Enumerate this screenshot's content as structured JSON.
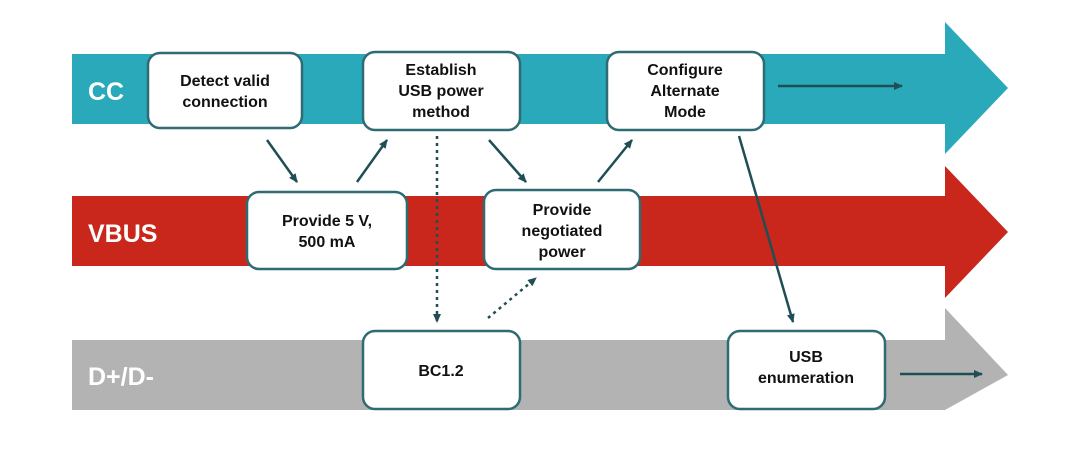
{
  "colors": {
    "cc_lane": "#2aa9ba",
    "vbus_lane": "#c9271b",
    "dplus_lane": "#b3b3b3",
    "arrow": "#1f4f55",
    "box_border": "#2f6b72"
  },
  "lanes": {
    "cc": "CC",
    "vbus": "VBUS",
    "dplus": "D+/D-"
  },
  "boxes": {
    "detect": [
      "Detect valid",
      "connection"
    ],
    "establish": [
      "Establish",
      "USB power",
      "method"
    ],
    "configure": [
      "Configure",
      "Alternate",
      "Mode"
    ],
    "provide5v": [
      "Provide 5 V,",
      "500 mA"
    ],
    "negotiated": [
      "Provide",
      "negotiated",
      "power"
    ],
    "bc12": [
      "BC1.2"
    ],
    "usbenum": [
      "USB",
      "enumeration"
    ]
  }
}
